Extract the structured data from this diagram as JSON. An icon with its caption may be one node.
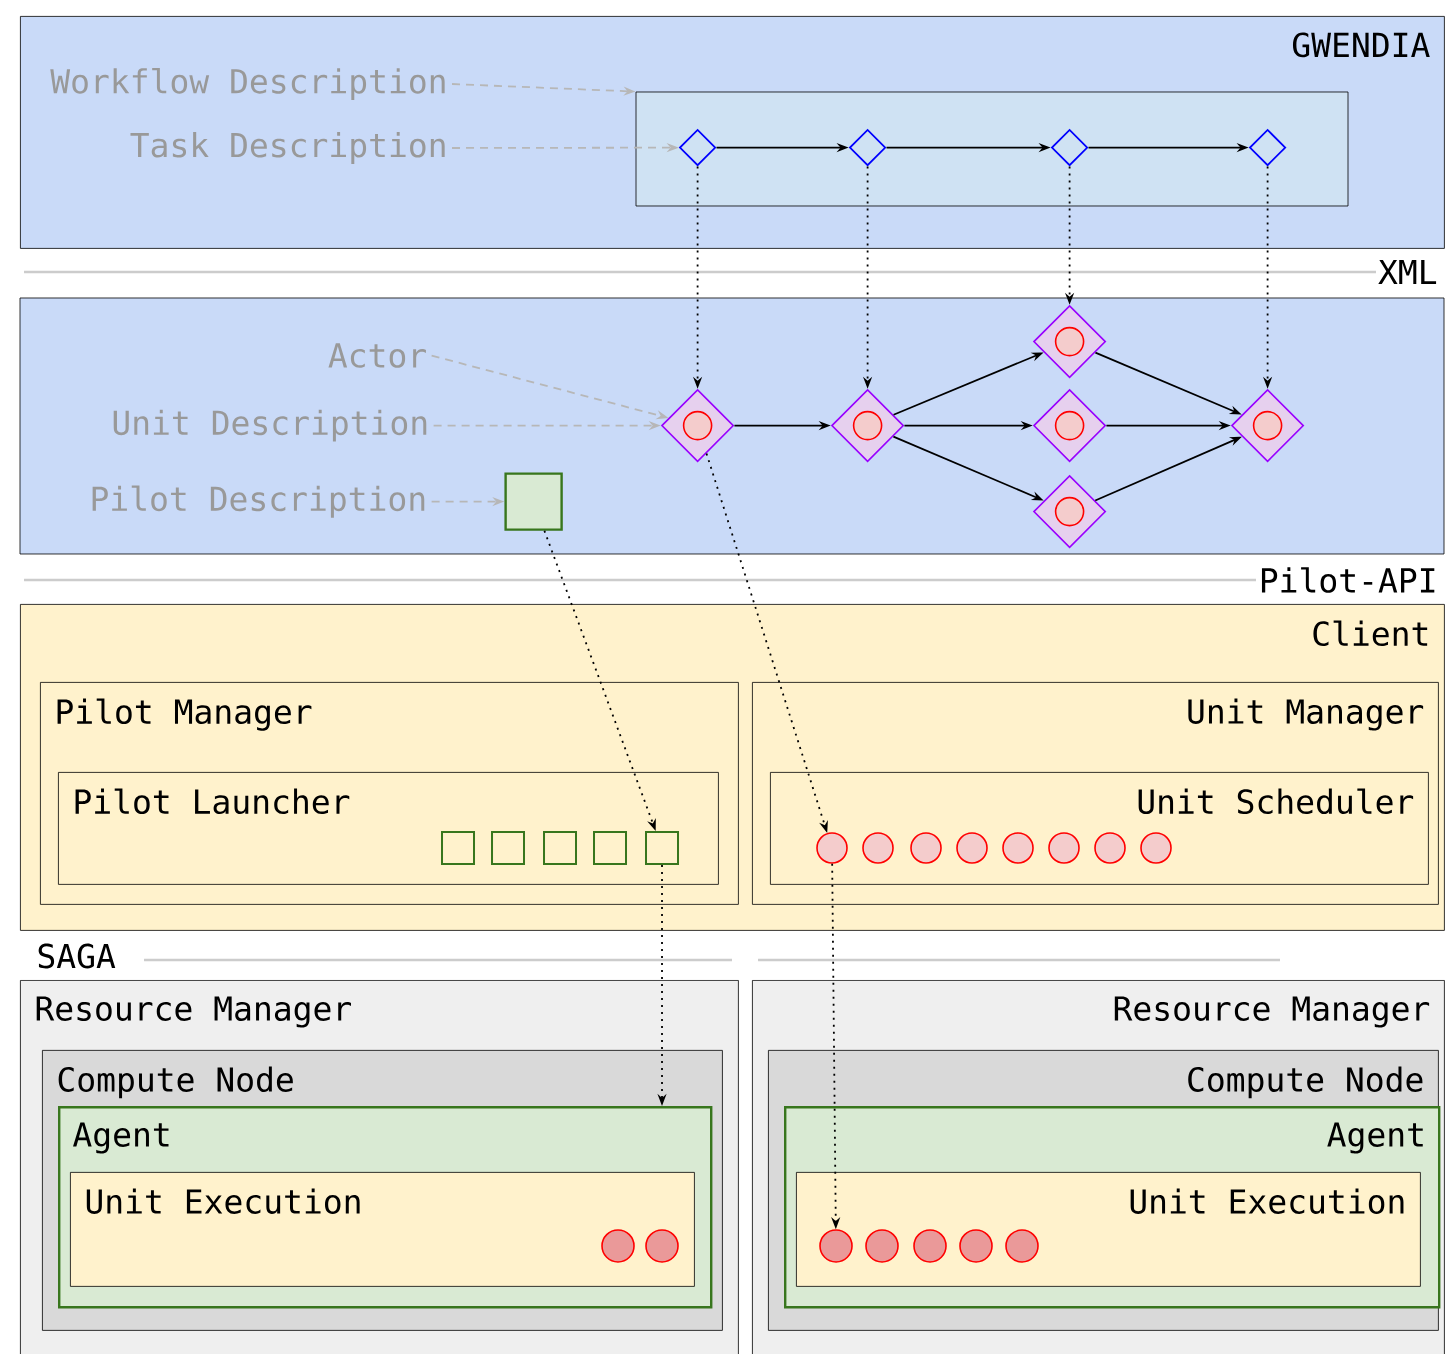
{
  "diagram": {
    "nodes": [
      {
        "text": [
          "GWENDIA"
        ]
      },
      {
        "text": [
          "Workflow Description"
        ],
        "in": 0
      },
      {
        "text": [
          "Task Description"
        ],
        "in": 0
      },
      {
        "text": [],
        "shape": "box",
        "in": 0
      },
      {
        "text": [],
        "shape": "diamond",
        "in": 3
      },
      {
        "text": [],
        "shape": "diamond",
        "in": 3
      },
      {
        "text": [],
        "shape": "diamond",
        "in": 3
      },
      {
        "text": [],
        "shape": "diamond",
        "in": 3
      },
      {
        "text": [],
        "shape": "box"
      },
      {
        "text": [
          "Actor"
        ],
        "in": 8
      },
      {
        "text": [
          "Unit Description"
        ],
        "in": 8
      },
      {
        "text": [
          "Pilot Description"
        ],
        "in": 8
      },
      {
        "text": [],
        "shape": "box",
        "in": 8
      },
      {
        "text": [],
        "shape": "diamond",
        "in": 8
      },
      {
        "text": [],
        "shape": "diamond",
        "in": 8
      },
      {
        "text": [],
        "shape": "diamond",
        "in": 8
      },
      {
        "text": [],
        "shape": "diamond",
        "in": 8
      },
      {
        "text": [],
        "shape": "diamond",
        "in": 8
      },
      {
        "text": [],
        "shape": "diamond",
        "in": 8
      },
      {
        "text": [
          "Client"
        ]
      },
      {
        "text": [
          "Pilot Manager"
        ],
        "in": 19
      },
      {
        "text": [
          "Pilot Launcher"
        ],
        "in": 20
      },
      {
        "text": [],
        "shape": "box",
        "in": 21
      },
      {
        "text": [],
        "shape": "box",
        "in": 21
      },
      {
        "text": [],
        "shape": "box",
        "in": 21
      },
      {
        "text": [],
        "shape": "box",
        "in": 21
      },
      {
        "text": [],
        "shape": "box",
        "in": 21
      },
      {
        "text": [
          "Unit Manager"
        ],
        "in": 19
      },
      {
        "text": [
          "Unit Scheduler"
        ],
        "in": 27
      },
      {
        "text": [],
        "shape": "circle",
        "in": 28
      },
      {
        "text": [],
        "shape": "circle",
        "in": 28
      },
      {
        "text": [],
        "shape": "circle",
        "in": 28
      },
      {
        "text": [],
        "shape": "circle",
        "in": 28
      },
      {
        "text": [],
        "shape": "circle",
        "in": 28
      },
      {
        "text": [],
        "shape": "circle",
        "in": 28
      },
      {
        "text": [],
        "shape": "circle",
        "in": 28
      },
      {
        "text": [],
        "shape": "circle",
        "in": 28
      },
      {
        "text": [
          "Resource Manager"
        ]
      },
      {
        "text": [
          "Compute Node"
        ],
        "in": 37
      },
      {
        "text": [
          "Agent"
        ],
        "in": 38
      },
      {
        "text": [
          "Unit Execution"
        ],
        "in": 39
      },
      {
        "text": [],
        "shape": "circle",
        "in": 40
      },
      {
        "text": [],
        "shape": "circle",
        "in": 40
      },
      {
        "text": [
          "Resource Manager"
        ]
      },
      {
        "text": [
          "Compute Node"
        ],
        "in": 43
      },
      {
        "text": [
          "Agent"
        ],
        "in": 44
      },
      {
        "text": [
          "Unit Execution"
        ],
        "in": 45
      },
      {
        "text": [],
        "shape": "circle",
        "in": 46
      },
      {
        "text": [],
        "shape": "circle",
        "in": 46
      },
      {
        "text": [],
        "shape": "circle",
        "in": 46
      },
      {
        "text": [],
        "shape": "circle",
        "in": 46
      },
      {
        "text": [],
        "shape": "circle",
        "in": 46
      }
    ],
    "edges": [
      {
        "from": 1,
        "to": 3,
        "arrow": "to",
        "style": "dashed",
        "color": "#b7b7b7"
      },
      {
        "from": 2,
        "to": 4,
        "arrow": "to",
        "style": "dashed",
        "color": "#b7b7b7"
      },
      {
        "from": 4,
        "to": 5,
        "arrow": "to"
      },
      {
        "from": 5,
        "to": 6,
        "arrow": "to"
      },
      {
        "from": 6,
        "to": 7,
        "arrow": "to"
      },
      {
        "from": 9,
        "to": 13,
        "arrow": "to",
        "style": "dashed",
        "color": "#b7b7b7"
      },
      {
        "from": 10,
        "to": 13,
        "arrow": "to",
        "style": "dashed",
        "color": "#b7b7b7"
      },
      {
        "from": 11,
        "to": 12,
        "arrow": "to",
        "style": "dashed",
        "color": "#b7b7b7"
      },
      {
        "from": 13,
        "to": 14,
        "arrow": "to"
      },
      {
        "from": 14,
        "to": 15,
        "arrow": "to"
      },
      {
        "from": 14,
        "to": 16,
        "arrow": "to"
      },
      {
        "from": 14,
        "to": 17,
        "arrow": "to"
      },
      {
        "from": 15,
        "to": 18,
        "arrow": "to"
      },
      {
        "from": 16,
        "to": 18,
        "arrow": "to"
      },
      {
        "from": 17,
        "to": 18,
        "arrow": "to"
      },
      {
        "from": 4,
        "to": 13,
        "arrow": "to",
        "style": "dashed"
      },
      {
        "from": 5,
        "to": 14,
        "arrow": "to",
        "style": "dashed"
      },
      {
        "from": 6,
        "to": 15,
        "arrow": "to",
        "style": "dashed"
      },
      {
        "from": 7,
        "to": 18,
        "arrow": "to",
        "style": "dashed"
      },
      {
        "from": 12,
        "to": 26,
        "arrow": "to",
        "style": "dashed"
      },
      {
        "from": 26,
        "to": 39,
        "arrow": "to",
        "style": "dashed"
      },
      {
        "from": 13,
        "to": 29,
        "arrow": "to",
        "style": "dashed"
      },
      {
        "from": 29,
        "to": 47,
        "arrow": "to",
        "style": "dashed"
      }
    ],
    "labels": [
      "XML",
      "Pilot-API",
      "SAGA"
    ]
  }
}
